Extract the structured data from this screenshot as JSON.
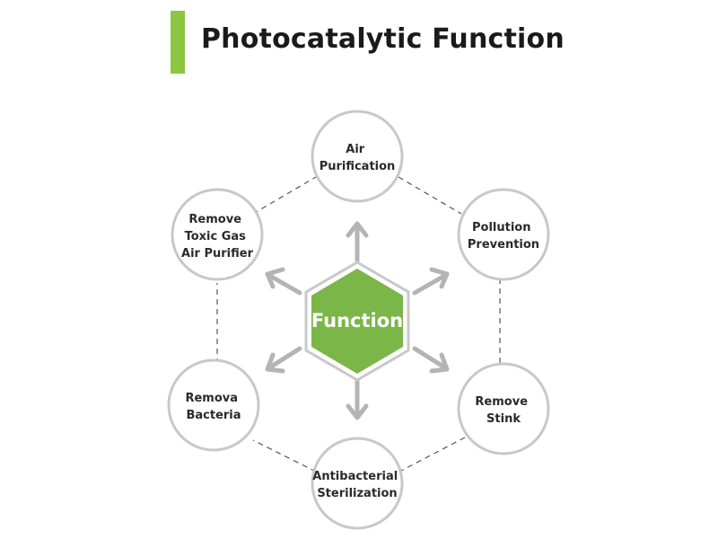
{
  "title": "Photocatalytic Function",
  "center": {
    "label": "Function"
  },
  "nodes": [
    {
      "lines": [
        "Air",
        "Purification"
      ]
    },
    {
      "lines": [
        "Pollution",
        "Prevention"
      ]
    },
    {
      "lines": [
        "Remove",
        "Stink"
      ]
    },
    {
      "lines": [
        "Antibacterial",
        "Sterilization"
      ]
    },
    {
      "lines": [
        "Remova",
        "Bacteria"
      ]
    },
    {
      "lines": [
        "Remove",
        "Toxic Gas",
        "Air Purifier"
      ]
    }
  ],
  "colors": {
    "accent": "#8dc63f",
    "hexagon": "#7ab648",
    "circle_stroke": "#c8c8c8",
    "arrow": "#b4b4b4",
    "connector": "#555555"
  }
}
